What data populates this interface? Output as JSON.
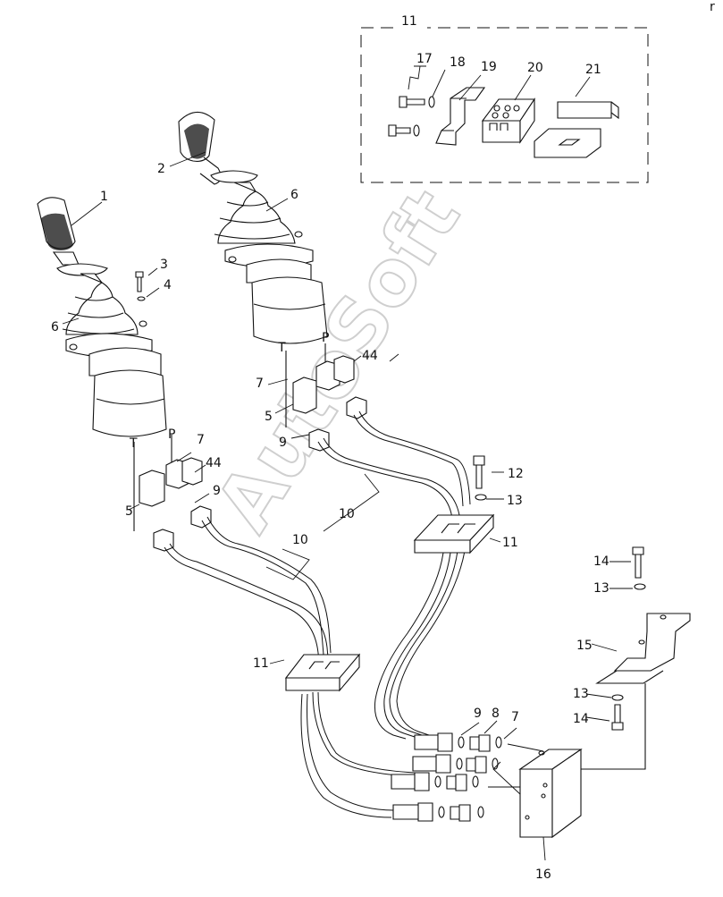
{
  "watermark": "AutoSoft",
  "corner_mark": "r",
  "callouts": {
    "c1": "1",
    "c2": "2",
    "c3": "3",
    "c4": "4",
    "c5a": "5",
    "c5b": "5",
    "c6a": "6",
    "c6b": "6",
    "c7a": "7",
    "c7b": "7",
    "c7c": "7",
    "c8": "8",
    "c9a": "9",
    "c9b": "9",
    "c9c": "9",
    "c10a": "10",
    "c10b": "10",
    "c11box": "11",
    "c11a": "11",
    "c11b": "11",
    "c12": "12",
    "c13a": "13",
    "c13b": "13",
    "c13c": "13",
    "c14a": "14",
    "c14b": "14",
    "c15": "15",
    "c16": "16",
    "c17": "17",
    "c18": "18",
    "c19": "19",
    "c20": "20",
    "c21": "21",
    "c44a": "44",
    "c44b": "44"
  },
  "port_labels": {
    "tL": "T",
    "pL": "P",
    "tR": "T",
    "pR": "P"
  }
}
